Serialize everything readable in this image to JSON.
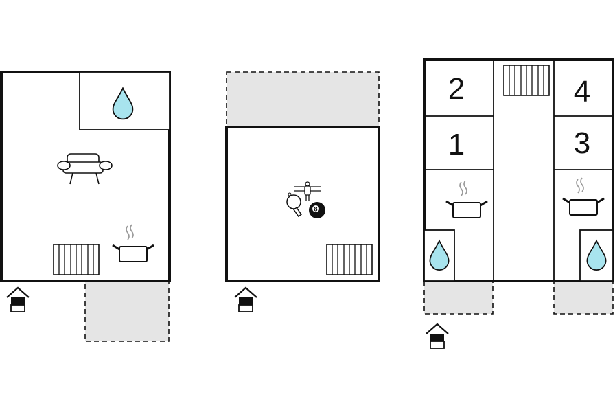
{
  "floors": [
    {
      "id": "floor-1",
      "rooms": [
        "living-room",
        "kitchen",
        "bathroom"
      ],
      "icons": [
        "sofa-icon",
        "radiator-icon",
        "kitchen-pot-icon",
        "water-drop-icon",
        "entrance-icon"
      ]
    },
    {
      "id": "floor-2",
      "rooms": [
        "game-room"
      ],
      "icons": [
        "foosball-icon",
        "table-tennis-icon",
        "billiard-ball-icon",
        "radiator-icon",
        "entrance-icon"
      ]
    },
    {
      "id": "floor-3",
      "rooms": [
        "bedroom-1",
        "bedroom-2",
        "bedroom-3",
        "bedroom-4",
        "kitchenette-left",
        "kitchenette-right",
        "bathroom-left",
        "bathroom-right",
        "hallway"
      ],
      "icons": [
        "radiator-icon",
        "kitchen-pot-icon",
        "water-drop-icon",
        "entrance-icon"
      ]
    }
  ],
  "room_numbers": {
    "bedroom_2": "2",
    "bedroom_1": "1",
    "bedroom_4": "4",
    "bedroom_3": "3"
  },
  "billiard_ball_number": "8",
  "colors": {
    "wall": "#111111",
    "terrace_fill": "#e5e5e5",
    "water": "#a8e4ee",
    "background": "#ffffff"
  }
}
